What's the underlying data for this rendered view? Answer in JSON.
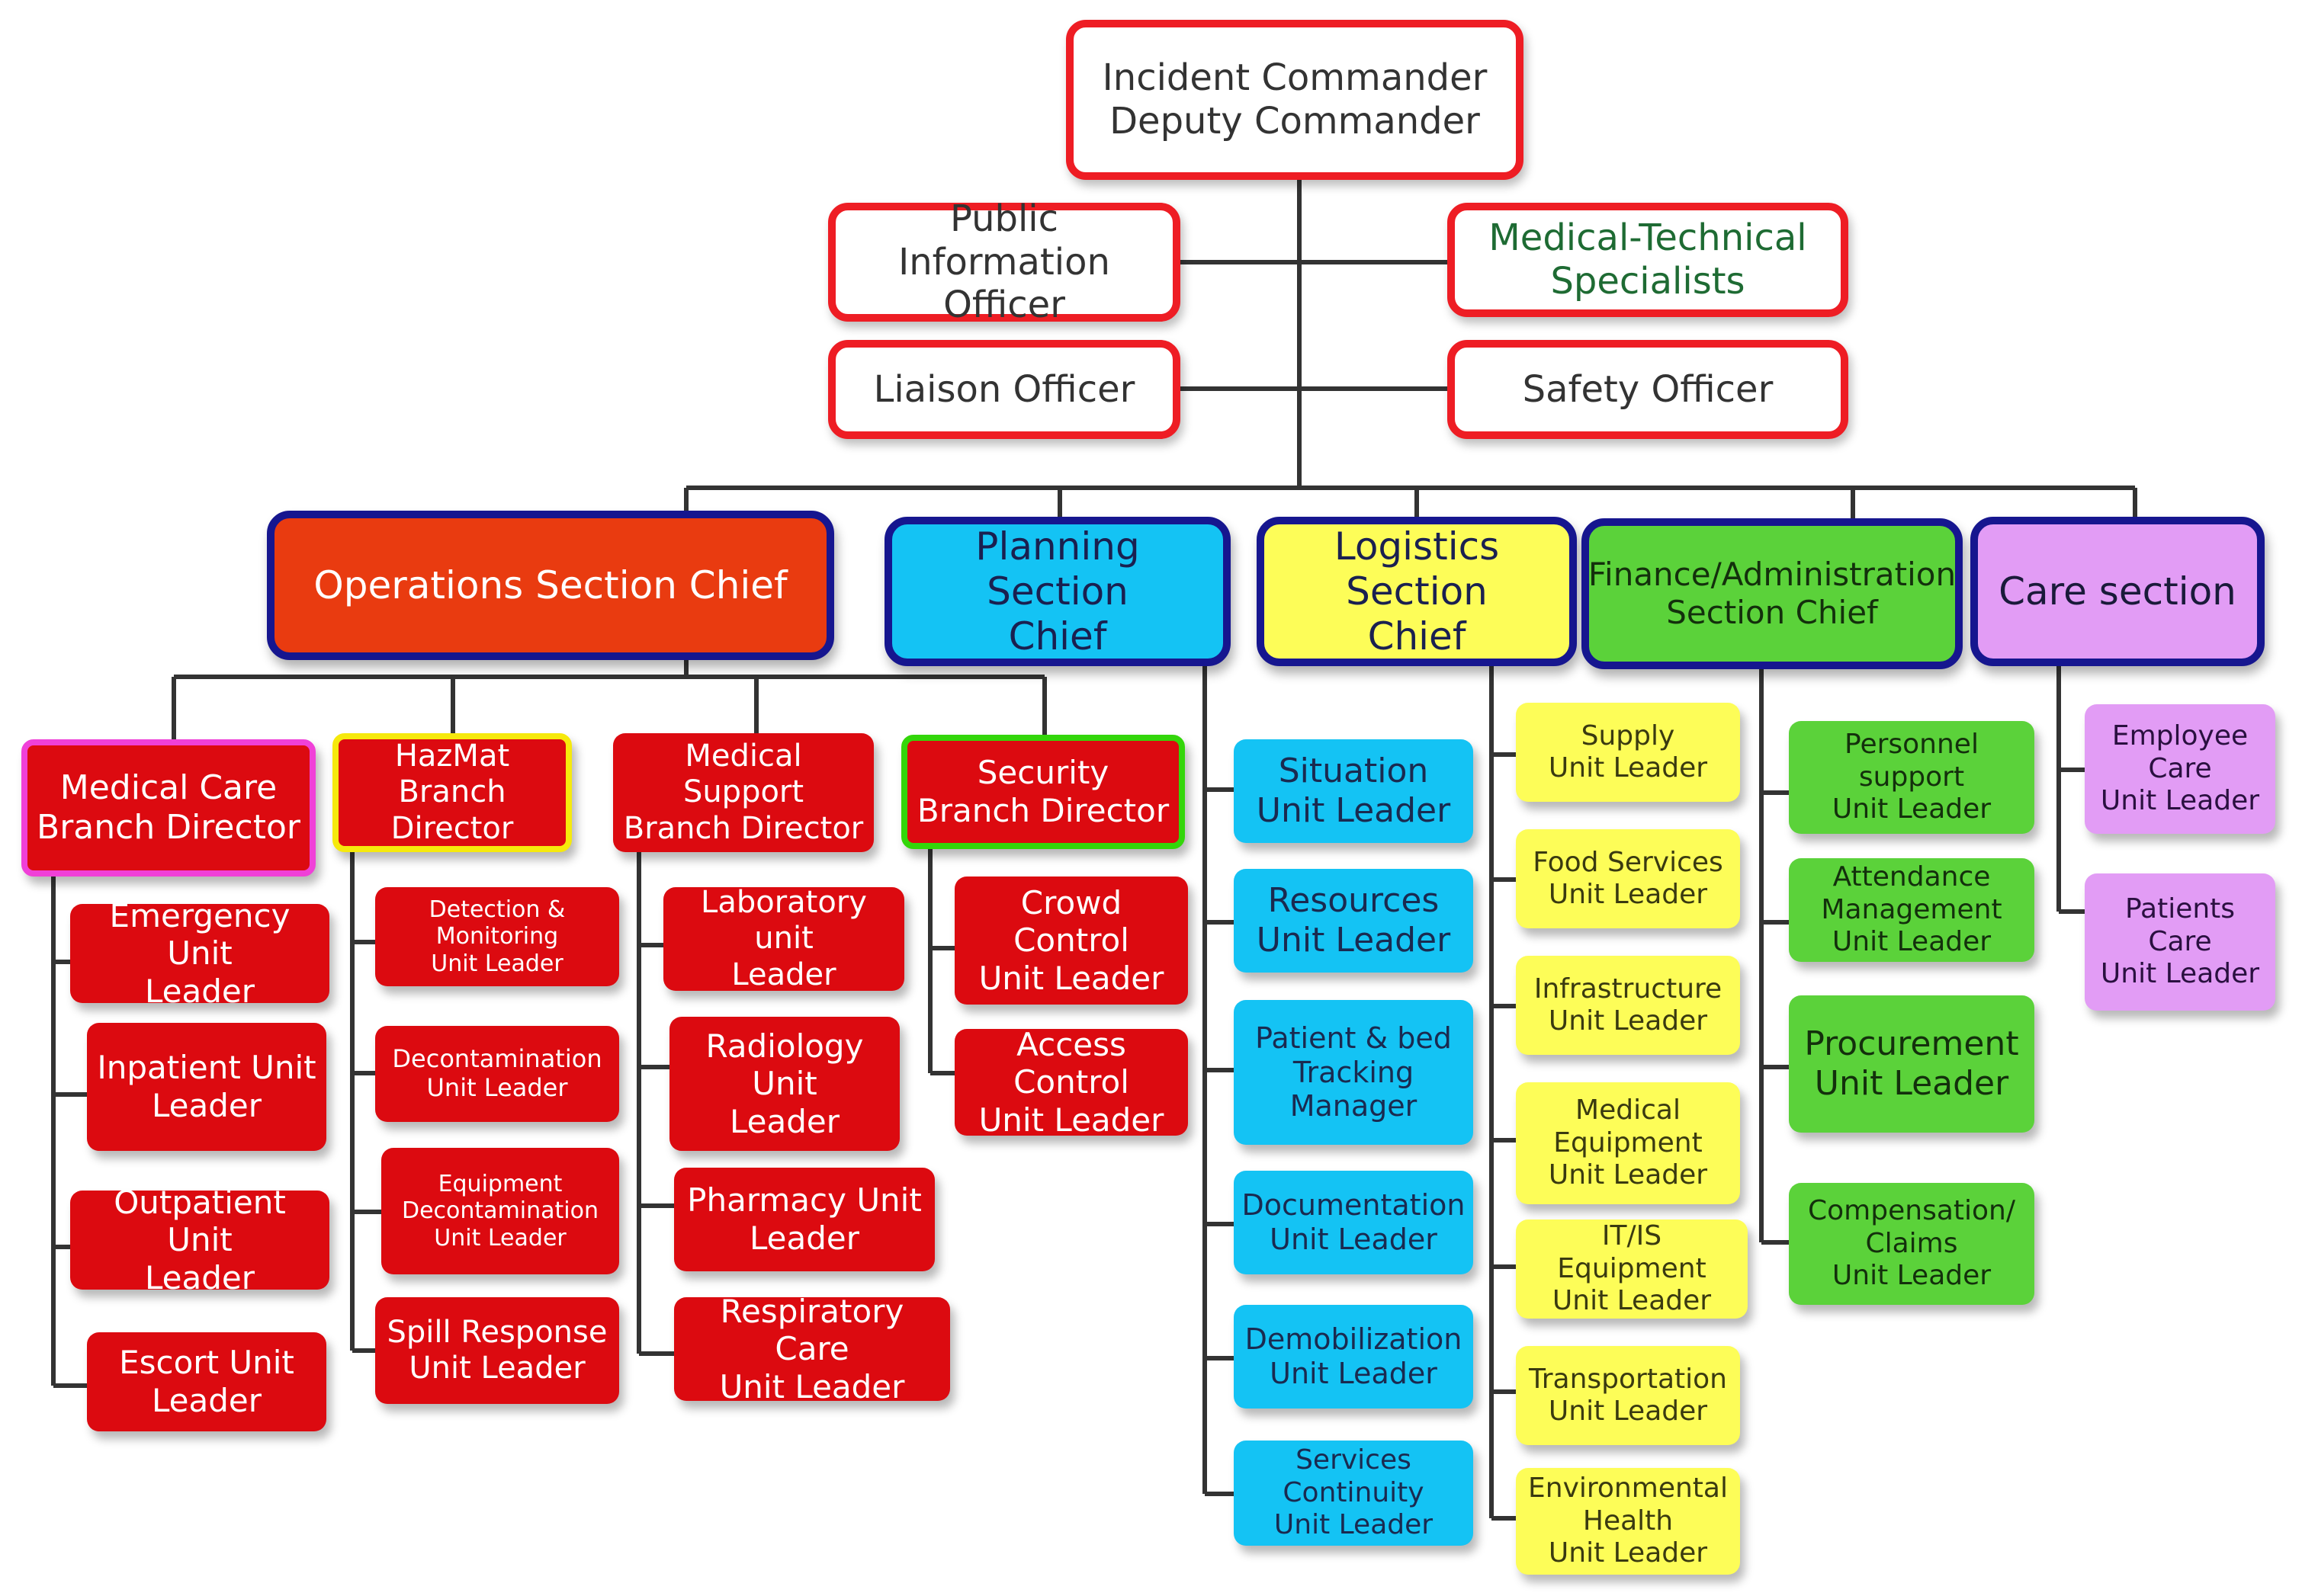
{
  "colors": {
    "top_border": "#ee1d24",
    "section_border": "#16168f",
    "operations": "#e93b10",
    "planning": "#14c3f4",
    "logistics": "#fdfd58",
    "finance": "#5bd23a",
    "care": "#e29cf5",
    "line": "#333333"
  },
  "command": {
    "commander": "Incident Commander\nDeputy Commander",
    "public_info": "Public Information\nOfficer",
    "medical_tech": "Medical-Technical\nSpecialists",
    "liaison": "Liaison Officer",
    "safety": "Safety Officer"
  },
  "sections": {
    "operations": "Operations Section Chief",
    "planning": "Planning Section\nChief",
    "logistics": "Logistics Section\nChief",
    "finance": "Finance/Administration\nSection Chief",
    "care": "Care section"
  },
  "branches": {
    "medical_care": "Medical Care\nBranch Director",
    "hazmat": "HazMat Branch\nDirector",
    "medical_support": "Medical Support\nBranch Director",
    "security": "Security\nBranch Director"
  },
  "units": {
    "medical_care": [
      "Emergency Unit\nLeader",
      "Inpatient Unit\nLeader",
      "Outpatient Unit\nLeader",
      "Escort Unit\nLeader"
    ],
    "hazmat": [
      "Detection &\nMonitoring\nUnit Leader",
      "Decontamination\nUnit Leader",
      "Equipment\nDecontamination\nUnit Leader",
      "Spill Response\nUnit Leader"
    ],
    "medical_support": [
      "Laboratory unit\nLeader",
      "Radiology Unit\nLeader",
      "Pharmacy Unit\nLeader",
      "Respiratory Care\nUnit Leader"
    ],
    "security": [
      "Crowd Control\nUnit Leader",
      "Access Control\nUnit Leader"
    ],
    "planning": [
      "Situation\nUnit Leader",
      "Resources\nUnit Leader",
      "Patient & bed\nTracking\nManager",
      "Documentation\nUnit Leader",
      "Demobilization\nUnit Leader",
      "Services\nContinuity\nUnit Leader"
    ],
    "logistics": [
      "Supply\nUnit Leader",
      "Food Services\nUnit Leader",
      "Infrastructure\nUnit Leader",
      "Medical\nEquipment\nUnit Leader",
      "IT/IS Equipment\nUnit Leader",
      "Transportation\nUnit Leader",
      "Environmental\nHealth\nUnit Leader"
    ],
    "finance": [
      "Personnel\nsupport\nUnit Leader",
      "Attendance\nManagement\nUnit Leader",
      "Procurement\nUnit Leader",
      "Compensation/\nClaims\nUnit Leader"
    ],
    "care": [
      "Employee\nCare\nUnit Leader",
      "Patients\nCare\nUnit Leader"
    ]
  }
}
